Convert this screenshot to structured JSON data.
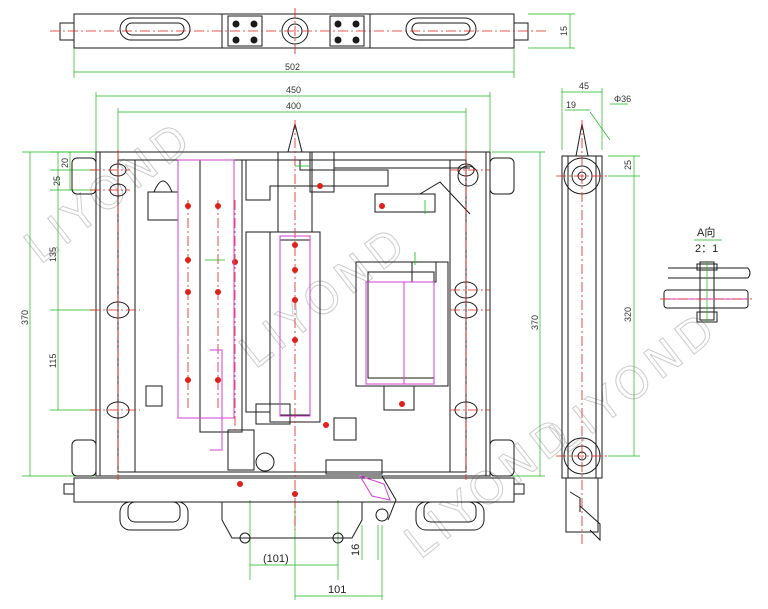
{
  "top_view": {
    "overall_width": "502",
    "side_height": "15"
  },
  "front_view": {
    "width_outer": "450",
    "width_inner": "400",
    "left_top_a": "25",
    "left_top_b": "20",
    "left_upper": "135",
    "left_lower": "115",
    "height_total": "370",
    "height_right": "370",
    "bottom_offset": "16",
    "bottom_paren": "(101)",
    "bottom_main": "101"
  },
  "side_view": {
    "width": "45",
    "inset": "19",
    "diameter": "Φ36",
    "top_offset": "25",
    "height": "320"
  },
  "detail_view": {
    "title": "A向",
    "scale": "2：1"
  },
  "watermark": {
    "text": "LIYOND"
  },
  "colors": {
    "outline": "#1a1a1a",
    "centerline": "#e0201a",
    "dimension": "#16b716",
    "highlight": "#d43fd4",
    "watermark": "#cccccc"
  }
}
